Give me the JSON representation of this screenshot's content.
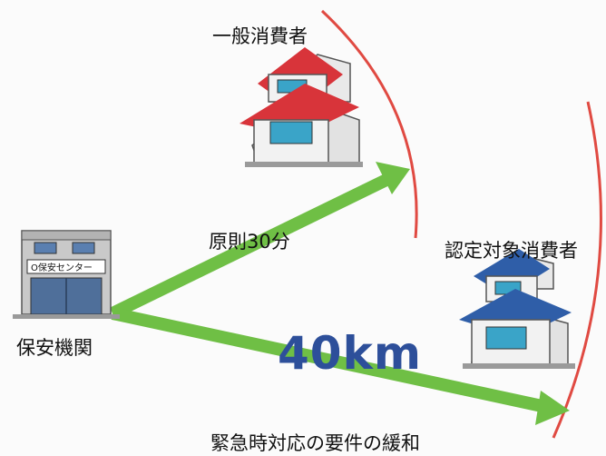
{
  "labels": {
    "general_consumer": "一般消費者",
    "rule_time": "原則30分",
    "certified_consumer": "認定対象消費者",
    "security_agency": "保安機関",
    "sign_text": "O保安センター",
    "distance": "40km",
    "relaxation": "緊急時対応の要件の緩和"
  },
  "colors": {
    "arrow": "#6fbf45",
    "boundary": "#e04a42",
    "roof_red": "#d8343a",
    "roof_blue": "#2f5ea8",
    "window": "#3aa4c8",
    "distance_text": "#2d4f9a"
  }
}
